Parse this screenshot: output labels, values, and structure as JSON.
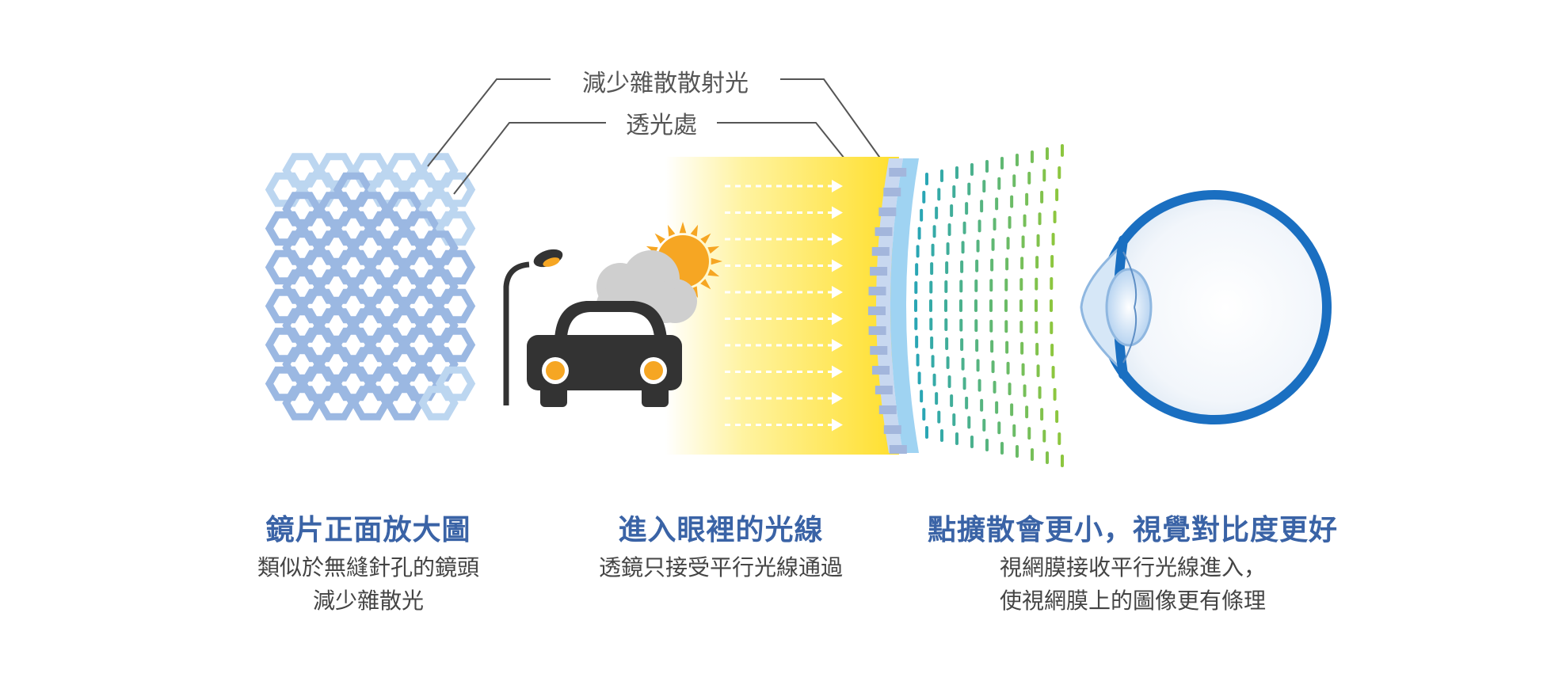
{
  "colors": {
    "title": "#3a63a6",
    "honeycomb_light": "#bcd6f0",
    "honeycomb_mid": "#9bb8e2",
    "beam_yellow": "#ffe033",
    "lens_blue": "#9fd3f2",
    "eye_blue": "#1a6fc1",
    "car_dark": "#333333",
    "sun_orange": "#f6a623",
    "wave_teal": "#2aa6b4",
    "wave_green": "#8cc63f"
  },
  "callouts": {
    "scatter": "減少雜散散射光",
    "transmit": "透光處"
  },
  "sections": [
    {
      "title": "鏡片正面放大圖",
      "desc": [
        "類似於無縫針孔的鏡頭",
        "減少雜散光"
      ]
    },
    {
      "title": "進入眼裡的光線",
      "desc": [
        "透鏡只接受平行光線通過"
      ]
    },
    {
      "title": "點擴散會更小，視覺對比度更好",
      "desc": [
        "視網膜接收平行光線進入，",
        "使視網膜上的圖像更有條理"
      ]
    }
  ],
  "icons": [
    "honeycomb-lens-icon",
    "street-lamp-icon",
    "car-icon",
    "sun-icon",
    "cloud-icon",
    "eye-icon"
  ]
}
